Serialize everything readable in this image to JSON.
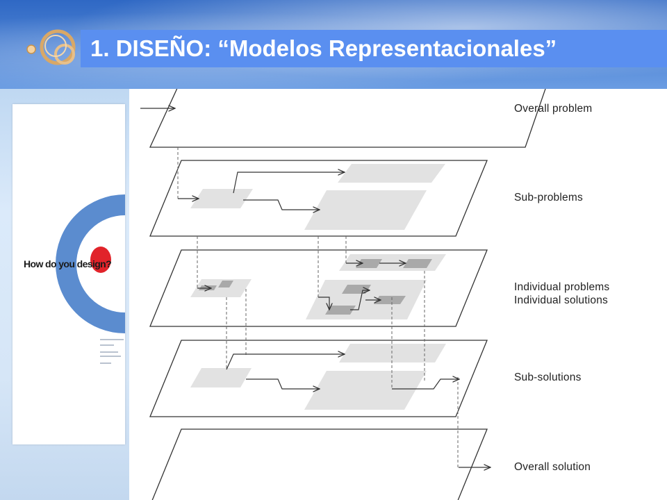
{
  "slide": {
    "title": "1. DISEÑO: “Modelos Representacionales”"
  },
  "book_cover": {
    "heading": "How do you design?"
  },
  "diagram": {
    "levels": [
      {
        "label": "Overall problem"
      },
      {
        "label": "Sub-problems"
      },
      {
        "label": "Individual problems"
      },
      {
        "label": "Individual solutions"
      },
      {
        "label": "Sub-solutions"
      },
      {
        "label": "Overall solution"
      }
    ]
  },
  "colors": {
    "title_bar": "#5a8ff0",
    "title_text": "#ffffff",
    "book_ring": "#5b8ccf",
    "book_dot": "#e1232a",
    "block_fill": "#e2e2e2",
    "block_dark": "#a9a9a9"
  }
}
